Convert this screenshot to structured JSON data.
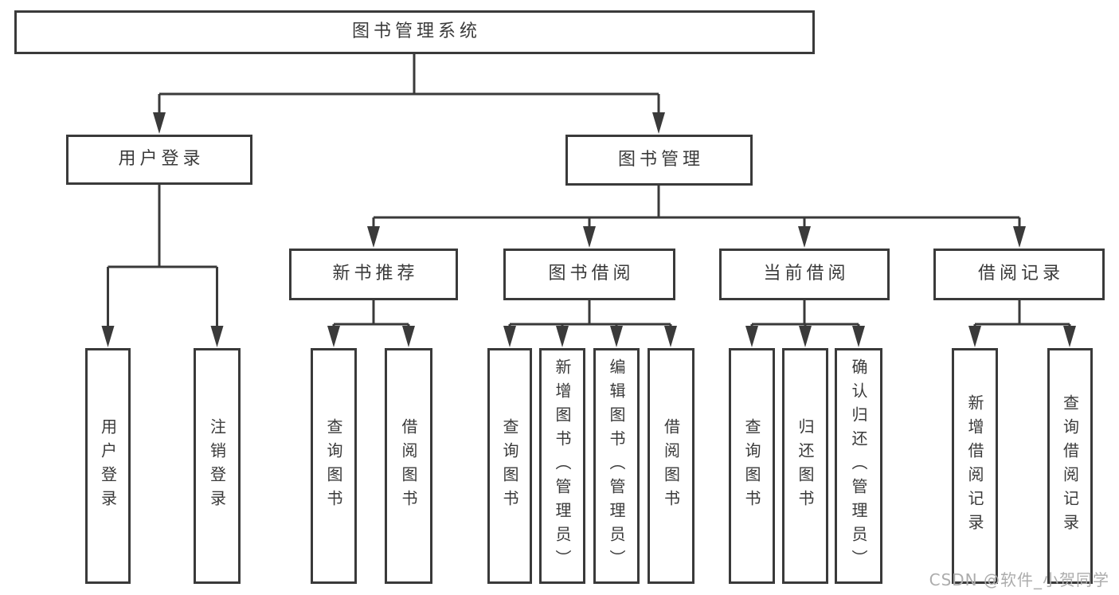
{
  "diagram": {
    "title": "图书管理系统",
    "level2": [
      {
        "label": "用户登录"
      },
      {
        "label": "图书管理"
      }
    ],
    "level3": [
      {
        "label": "新书推荐"
      },
      {
        "label": "图书借阅"
      },
      {
        "label": "当前借阅"
      },
      {
        "label": "借阅记录"
      }
    ],
    "leaves": [
      {
        "label": "用户登录"
      },
      {
        "label": "注销登录"
      },
      {
        "label": "查询图书"
      },
      {
        "label": "借阅图书"
      },
      {
        "label": "查询图书"
      },
      {
        "label": "新增图书（管理员）"
      },
      {
        "label": "编辑图书（管理员）"
      },
      {
        "label": "借阅图书"
      },
      {
        "label": "查询图书"
      },
      {
        "label": "归还图书"
      },
      {
        "label": "确认归还（管理员）"
      },
      {
        "label": "新增借阅记录"
      },
      {
        "label": "查询借阅记录"
      }
    ]
  },
  "watermark": {
    "text": "CSDN @软件_小贺同学"
  },
  "colors": {
    "line": "#3a3a3a",
    "text": "#3a3a3a",
    "watermark": "#acacac",
    "background": "#ffffff"
  }
}
